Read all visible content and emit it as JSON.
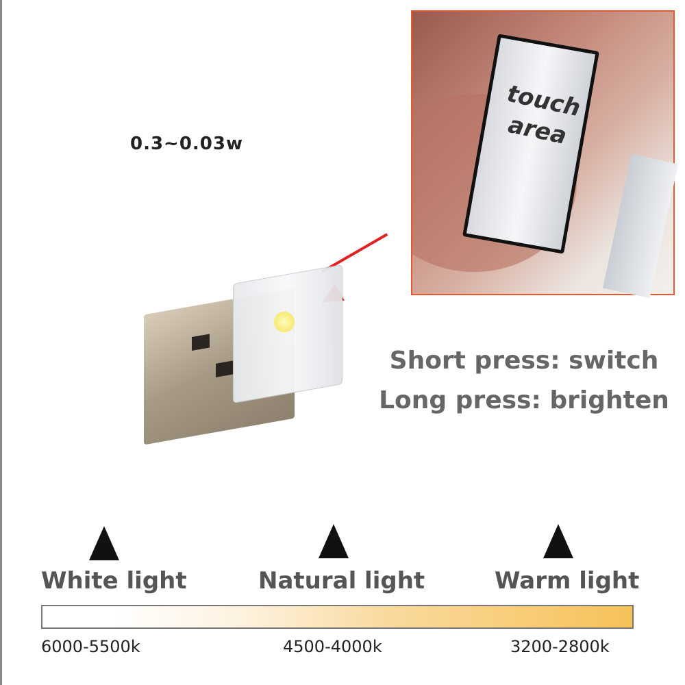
{
  "power": "0.3~0.03w",
  "photo": {
    "touch_label_line1": "touch",
    "touch_label_line2": "area"
  },
  "instructions": {
    "short_press": "Short press: switch",
    "long_press": "Long press: brighten"
  },
  "light_modes": [
    {
      "label": "White light",
      "range": "6000-5500k"
    },
    {
      "label": "Natural light",
      "range": "4500-4000k"
    },
    {
      "label": "Warm light",
      "range": "3200-2800k"
    }
  ],
  "colors": {
    "accent_border": "#e8582e",
    "arrow": "#e32020",
    "warm": "#f6c258"
  }
}
